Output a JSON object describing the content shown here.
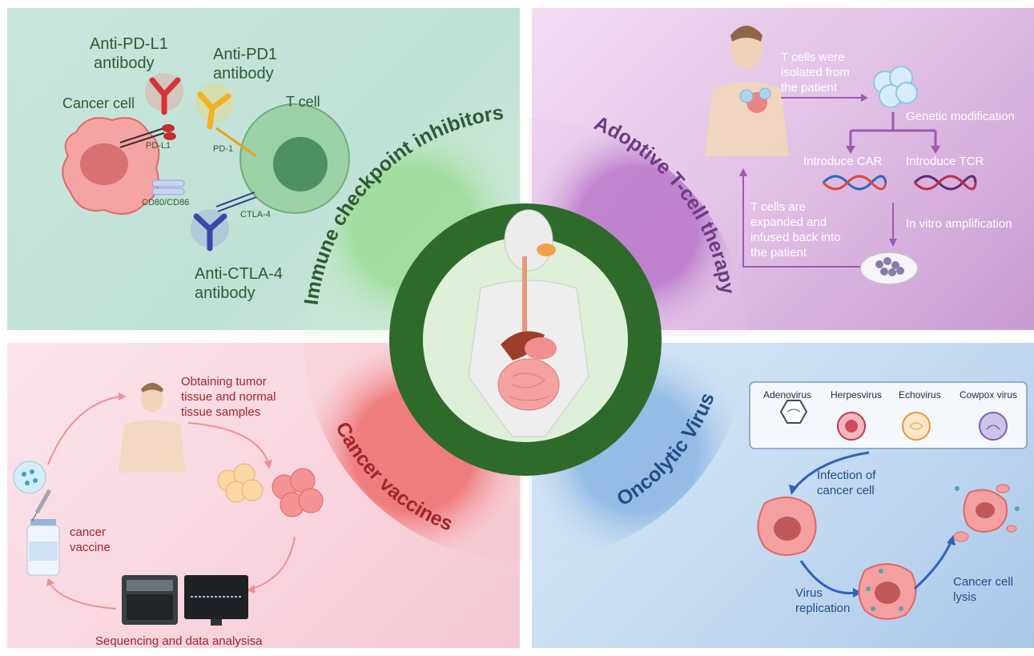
{
  "center": {
    "ring_color": "#2e6a2a",
    "titles": {
      "immune": "Immune checkpoint inhibitors",
      "adoptive": "Adoptive T-cell therapy",
      "vaccines": "Cancer vaccines",
      "virus": "Oncolytic Virus"
    }
  },
  "checkpoint": {
    "anti_pdl1": [
      "Anti-PD-L1",
      "antibody"
    ],
    "anti_pd1": [
      "Anti-PD1",
      "antibody"
    ],
    "cancer_cell": "Cancer cell",
    "t_cell": "T cell",
    "pdl1": "PD-L1",
    "pd1": "PD-1",
    "cd80": "CD80/CD86",
    "ctla4": "CTLA-4",
    "anti_ctla4": [
      "Anti-CTLA-4",
      "antibody"
    ]
  },
  "adoptive": {
    "isolated": [
      "T cells were",
      "isolated from",
      "the patient"
    ],
    "genetic": "Genetic modification",
    "car": "Introduce CAR",
    "tcr": "Introduce TCR",
    "expanded": [
      "T cells are",
      "expanded and",
      "infused back into",
      "the patient"
    ],
    "amplification": "In vitro amplification"
  },
  "vaccines": {
    "obtaining": [
      "Obtaining tumor",
      "tissue and normal",
      "tissue samples"
    ],
    "vaccine": [
      "cancer",
      "vaccine"
    ],
    "sequencing": "Sequencing and data analysisa"
  },
  "virus": {
    "viruses": [
      "Adenovirus",
      "Herpesvirus",
      "Echovirus",
      "Cowpox virus"
    ],
    "infection": [
      "Infection of",
      "cancer cell"
    ],
    "replication": [
      "Virus",
      "replication"
    ],
    "lysis": [
      "Cancer cell",
      "lysis"
    ]
  }
}
